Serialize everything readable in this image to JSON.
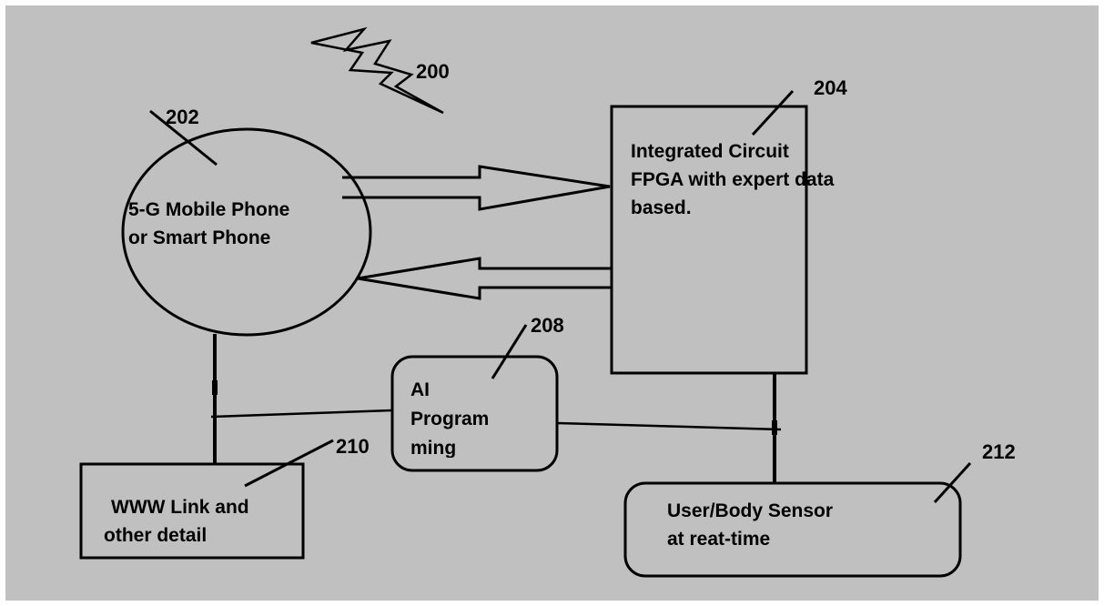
{
  "colors": {
    "background": "#c0c0c0",
    "page": "#ffffff",
    "stroke": "#000000"
  },
  "labels": {
    "ref_200": "200",
    "ref_202": "202",
    "ref_204": "204",
    "ref_208": "208",
    "ref_210": "210",
    "ref_212": "212"
  },
  "nodes": {
    "phone": {
      "line1": "5-G Mobile Phone",
      "line2": "or Smart Phone"
    },
    "fpga": {
      "line1": "Integrated Circuit",
      "line2": "FPGA with expert data",
      "line3": "based."
    },
    "ai": {
      "line1": "AI",
      "line2": "Program",
      "line3": "ming"
    },
    "www": {
      "line1": "WWW Link and",
      "line2": "other detail"
    },
    "sensor": {
      "line1": "User/Body Sensor",
      "line2": "at reat-time"
    }
  }
}
